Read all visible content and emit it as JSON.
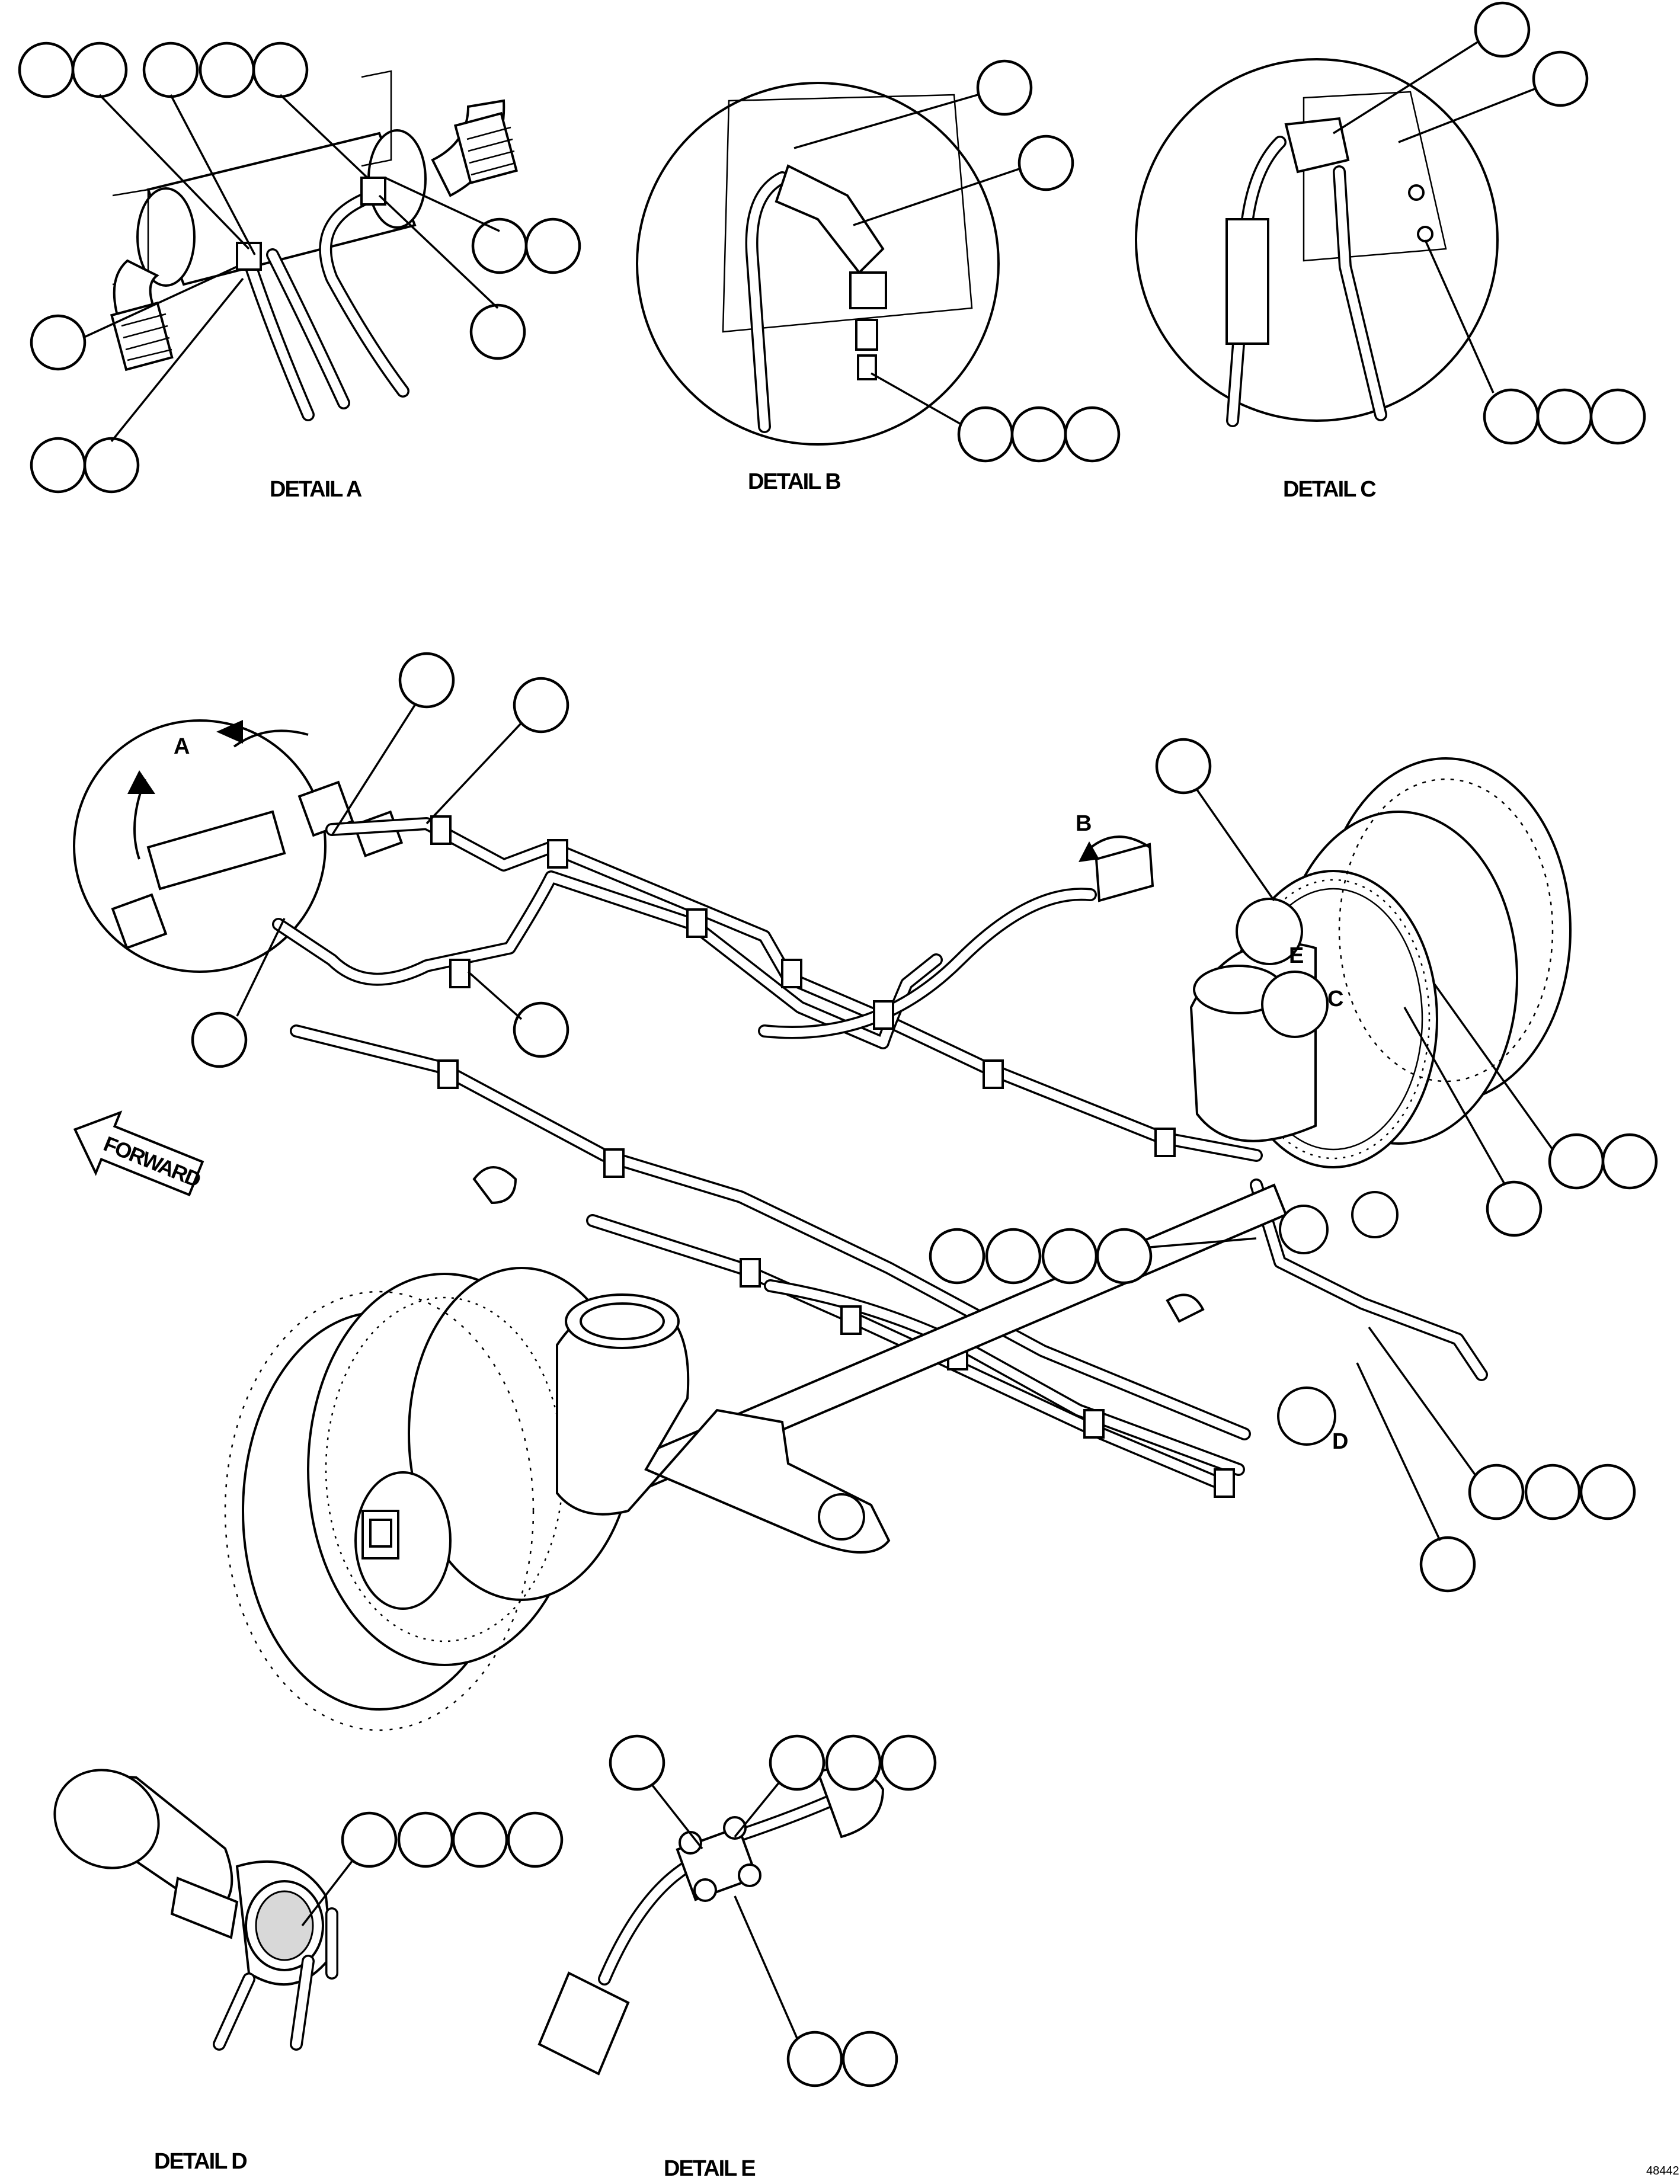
{
  "details": {
    "a": "DETAIL A",
    "b": "DETAIL B",
    "c": "DETAIL C",
    "d": "DETAIL D",
    "e": "DETAIL E"
  },
  "view_letters": {
    "a": "A",
    "b": "B",
    "c": "C",
    "d": "D",
    "e": "E"
  },
  "forward": "FORWARD",
  "figure_code": "48442"
}
